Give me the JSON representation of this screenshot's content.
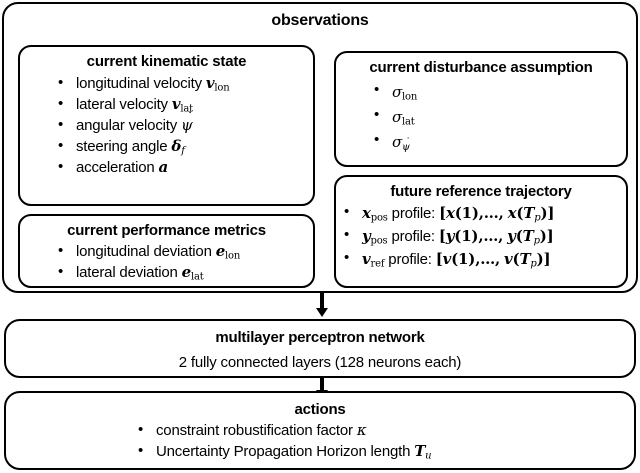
{
  "diagram": {
    "title": "observations",
    "blocks": {
      "observations": {
        "label": "observations"
      },
      "kinematic": {
        "title": "current kinematic state",
        "items": [
          "longitudinal velocity v_lon",
          "lateral velocity v_lat",
          "angular velocity psi-dot",
          "steering angle delta_f",
          "acceleration a"
        ],
        "items_text": [
          {
            "text": "longitudinal velocity ",
            "sym": "v",
            "sub": "lon"
          },
          {
            "text": "lateral velocity ",
            "sym": "v",
            "sub": "lat"
          },
          {
            "text": "angular velocity ",
            "sym": "psi-dot",
            "sub": ""
          },
          {
            "text": "steering angle ",
            "sym": "delta",
            "sub": "f"
          },
          {
            "text": "acceleration ",
            "sym": "a",
            "sub": ""
          }
        ]
      },
      "performance": {
        "title": "current performance metrics",
        "items_text": [
          {
            "text": "longitudinal deviation ",
            "sym": "e",
            "sub": "lon"
          },
          {
            "text": "lateral deviation ",
            "sym": "e",
            "sub": "lat"
          }
        ]
      },
      "disturbance": {
        "title": "current disturbance assumption",
        "items_text": [
          {
            "sym": "sigma",
            "sub": "lon"
          },
          {
            "sym": "sigma",
            "sub": "lat"
          },
          {
            "sym": "sigma",
            "sub": "psi-dot"
          }
        ]
      },
      "future": {
        "title": "future reference trajectory",
        "items_text": [
          {
            "sym": "x",
            "sub": "pos",
            "text": " profile: ",
            "expr": "[x(1), ..., x(T_p)]"
          },
          {
            "sym": "y",
            "sub": "pos",
            "text": " profile: ",
            "expr": "[y(1), ..., y(T_p)]"
          },
          {
            "sym": "v",
            "sub": "ref",
            "text": " profile: ",
            "expr": "[v(1), ..., v(T_p)]"
          }
        ],
        "profile_word": " profile: "
      },
      "mlp": {
        "title": "multilayer perceptron network",
        "subtitle": "2 fully connected layers (128 neurons each)"
      },
      "actions": {
        "title": "actions",
        "items_text": [
          {
            "text": "constraint robustification factor ",
            "sym": "kappa"
          },
          {
            "text": "Uncertainty Propagation Horizon length ",
            "sym": "T",
            "sub": "u"
          }
        ]
      }
    },
    "arrows": [
      {
        "name": "observations-to-mlp",
        "from": "observations",
        "to": "mlp",
        "direction": "down"
      },
      {
        "name": "mlp-to-actions",
        "from": "mlp",
        "to": "actions",
        "direction": "down"
      }
    ],
    "colors": {
      "stroke": "#000000",
      "background": "#ffffff",
      "text": "#000000"
    }
  }
}
